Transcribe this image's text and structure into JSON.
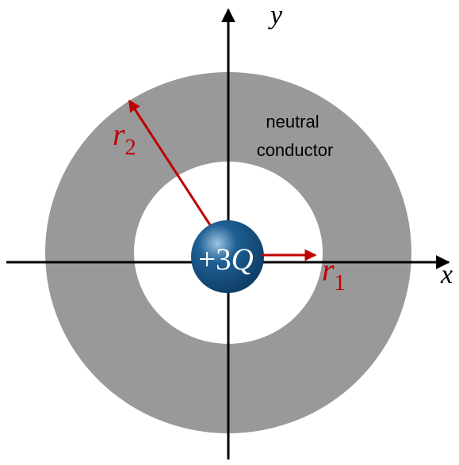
{
  "axes": {
    "x_label": "x",
    "y_label": "y"
  },
  "charge": {
    "sign": "+",
    "coefficient": "3",
    "symbol": "Q"
  },
  "conductor": {
    "label_line1": "neutral",
    "label_line2": "conductor"
  },
  "radii": {
    "inner": {
      "symbol": "r",
      "subscript": "1"
    },
    "outer": {
      "symbol": "r",
      "subscript": "2"
    }
  },
  "colors": {
    "conductor_fill": "#999999",
    "axis": "#000000",
    "radius_arrow": "#c00000",
    "sphere_dark": "#0d3a63",
    "sphere_mid": "#1f5f93",
    "sphere_light": "#9cc3e3",
    "charge_text": "#ffffff"
  }
}
